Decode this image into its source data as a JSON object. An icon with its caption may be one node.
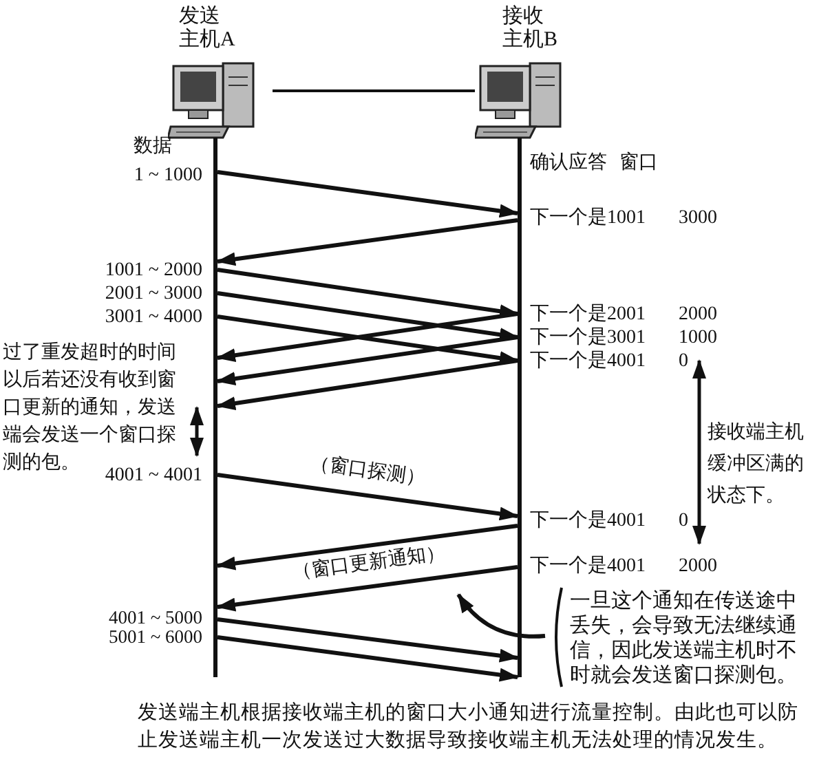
{
  "diagram": {
    "caption": "发送端主机根据接收端主机的窗口大小通知进行流量控制。由此也可以防止发送端主机一次发送过大数据导致接收端主机无法处理的情况发生。",
    "nodes": [
      {
        "text": [
          "发送主机A"
        ]
      },
      {
        "text": [
          "接收主机B"
        ]
      },
      {
        "text": [],
        "shape": "bar"
      },
      {
        "text": [],
        "shape": "bar"
      },
      {
        "text": [
          "一旦这个通知在传送途中丢失，会导致无法继续通信，因此发送端主机时不时就会发送窗口探测包。"
        ]
      }
    ],
    "edges": [
      {
        "from": 0,
        "to": 1,
        "arrow": "none"
      },
      {
        "from": 2,
        "to": 3,
        "arrow": "to"
      },
      {
        "from": 3,
        "to": 2,
        "arrow": "to"
      },
      {
        "from": 2,
        "to": 3,
        "arrow": "to"
      },
      {
        "from": 2,
        "to": 3,
        "arrow": "to"
      },
      {
        "from": 2,
        "to": 3,
        "arrow": "to"
      },
      {
        "from": 3,
        "to": 2,
        "arrow": "to"
      },
      {
        "from": 3,
        "to": 2,
        "arrow": "to"
      },
      {
        "from": 3,
        "to": 2,
        "arrow": "to"
      },
      {
        "from": 2,
        "to": 3,
        "arrow": "to",
        "label": "（窗口探测）"
      },
      {
        "from": 3,
        "to": 2,
        "arrow": "to"
      },
      {
        "from": 3,
        "to": 2,
        "arrow": "to",
        "label": "（窗口更新通知）"
      },
      {
        "from": 2,
        "to": 3,
        "arrow": "to"
      },
      {
        "from": 2,
        "to": 3,
        "arrow": "to"
      },
      {
        "from": 4,
        "to": null,
        "arrow": "to"
      }
    ],
    "labels": [
      "数据",
      "确认应答",
      "窗口",
      "1 ~ 1000",
      "下一个是1001",
      "3000",
      "1001 ~ 2000",
      "2001 ~ 3000",
      "3001 ~ 4000",
      "下一个是2001",
      "2000",
      "下一个是3001",
      "1000",
      "下一个是4001",
      "0",
      "过了重发超时的时间以后若还没有收到窗口更新的通知，发送端会发送一个窗口探测的包。",
      "接收端主机缓冲区满的状态下。",
      "4001 ~ 4001",
      "下一个是4001",
      "0",
      "下一个是4001",
      "2000",
      "4001 ~ 5000",
      "5001 ~ 6000"
    ]
  }
}
